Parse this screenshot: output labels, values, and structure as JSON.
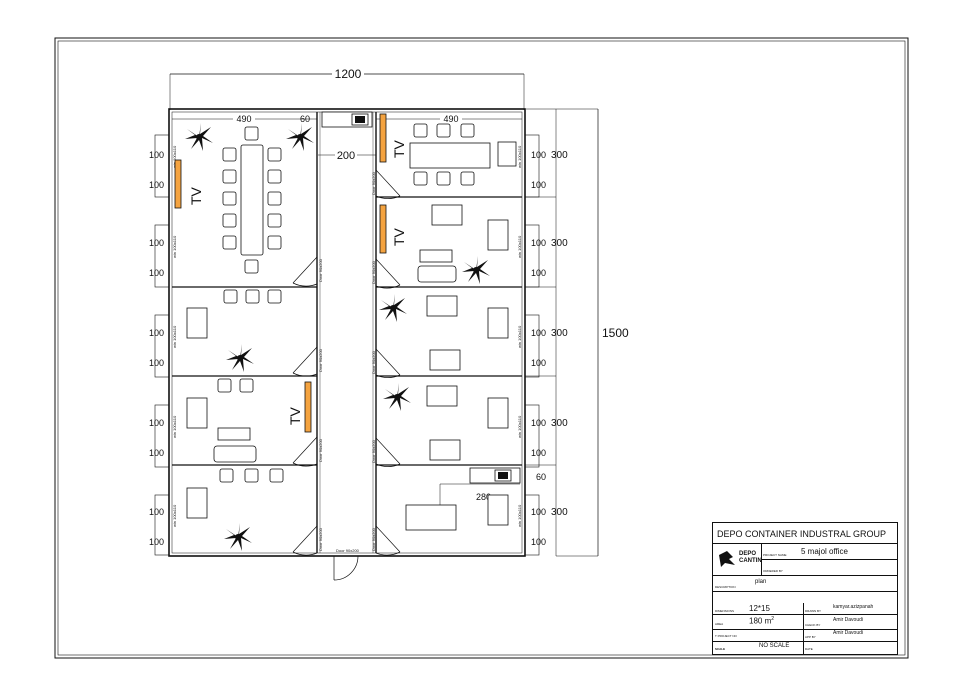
{
  "plan": {
    "dim_width": "1200",
    "dim_height": "1500",
    "dim_corridor": "200",
    "dim_room_left": "490",
    "dim_room_right": "490",
    "dim_top_60": "60",
    "dim_small_60": "60",
    "dim_280": "280",
    "left_100": [
      "100",
      "100",
      "100",
      "100",
      "100",
      "100",
      "100",
      "100",
      "100",
      "100"
    ],
    "right_100": [
      "100",
      "100",
      "100",
      "100",
      "100",
      "100",
      "100",
      "100",
      "100",
      "100"
    ],
    "right_300": [
      "300",
      "300",
      "300",
      "300",
      "300"
    ],
    "tv_labels": [
      "TV",
      "TV",
      "TV",
      "TV"
    ],
    "door_labels": [
      "Door 90x200",
      "Door 90x200",
      "Door 90x200",
      "Door 90x200",
      "Door 90x200",
      "Door 90x200",
      "Door 90x200",
      "Door 90x200",
      "Door 90x200"
    ],
    "entry_door": "Door 90x200",
    "window_labels": [
      "win 100x110",
      "win 100x110",
      "win 100x110",
      "win 100x110",
      "win 100x110",
      "win 100x110",
      "win 100x110",
      "win 100x110",
      "win 100x110",
      "win 100x110"
    ]
  },
  "title_block": {
    "company": "DEPO CONTAINER INDUSTRAL GROUP",
    "logo_line1": "DEPO",
    "logo_line2": "CANTIN",
    "project_name_label": "PROJECT NAME",
    "project_name": "5 majol office",
    "ordered_by_label": "ORDERED BY",
    "description_label": "DESCRIPTION",
    "description": "plan",
    "dimensions_label": "DIMENSIONS",
    "dimensions": "12*15",
    "area_label": "AREA",
    "area": "180 m",
    "area_sup": "2",
    "project_no_label": "T PROJECT NO",
    "scale_label": "SCALE",
    "scale": "NO SCALE",
    "drawn_by_label": "DRAWN BY",
    "drawn_by": "kamyar.azizpanah",
    "check_by_label": "CHECK BY",
    "check_by": "Amir Davoudi",
    "app_by_label": "APP BY",
    "app_by": "Amir Davoudi",
    "date_label": "DATE"
  }
}
